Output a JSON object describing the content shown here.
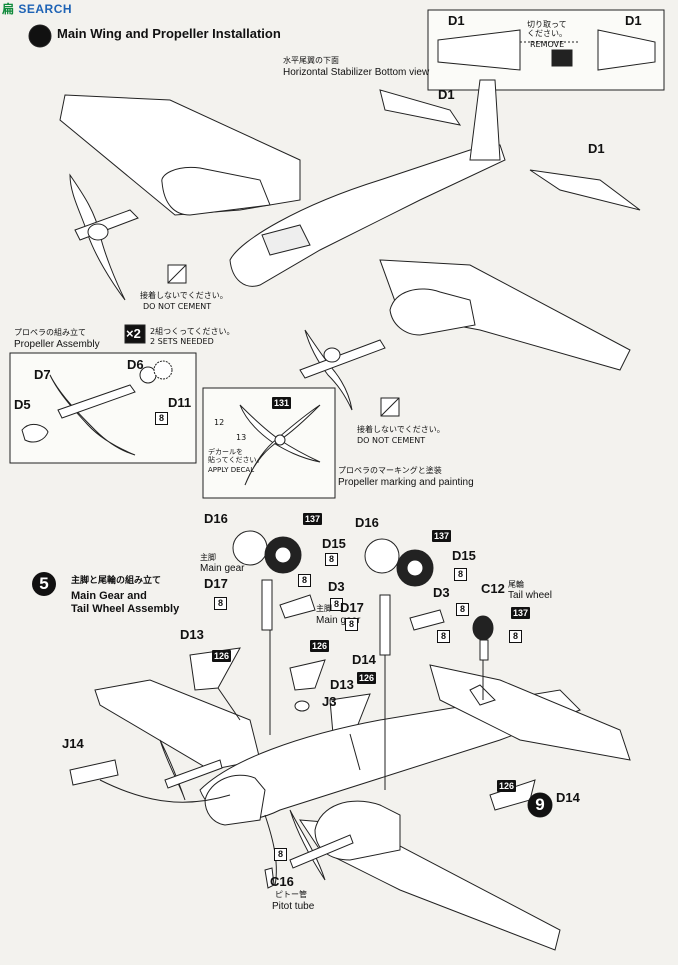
{
  "watermark": {
    "cn": "扁",
    "en": "SEARCH"
  },
  "step4": {
    "title_jp": "主翼とプロペラの取り付け",
    "title_en": "Main Wing and Propeller Installation",
    "stab_jp": "水平尾翼の下面",
    "stab_en": "Horizontal Stabilizer Bottom view",
    "cut_jp": "切り取って\nください。",
    "cut_en": "REMOVE",
    "dnc_jp": "接着しないでください。",
    "dnc_en": "DO NOT CEMENT",
    "prop_jp": "プロペラの組み立て",
    "prop_en": "Propeller Assembly",
    "x2": "×2",
    "x2_jp": "2組つくってください。",
    "x2_en": "2 SETS NEEDED",
    "decal_jp": "デカールを\n貼ってください。",
    "decal_en": "APPLY DECAL",
    "marking_jp": "プロペラのマーキングと塗装",
    "marking_en": "Propeller marking and painting"
  },
  "step5": {
    "num": "5",
    "title_jp": "主脚と尾輪の組み立て",
    "title_en1": "Main Gear and",
    "title_en2": "Tail Wheel Assembly",
    "main_gear_jp": "主脚",
    "main_gear_en": "Main gear",
    "tail_jp": "尾輪",
    "tail_en": "Tail wheel",
    "pitot_jp": "ピトー管",
    "pitot_en": "Pitot tube"
  },
  "step9": {
    "num": "9"
  },
  "parts": {
    "D1": "D1",
    "D3": "D3",
    "D5": "D5",
    "D6": "D6",
    "D7": "D7",
    "D11": "D11",
    "D13": "D13",
    "D14": "D14",
    "D15": "D15",
    "D16": "D16",
    "D17": "D17",
    "J3": "J3",
    "J14": "J14",
    "C12": "C12",
    "C16": "C16"
  },
  "colors": {
    "c8": "8",
    "c12": "12",
    "c13": "13",
    "c126": "126",
    "c131": "131",
    "c137": "137"
  }
}
